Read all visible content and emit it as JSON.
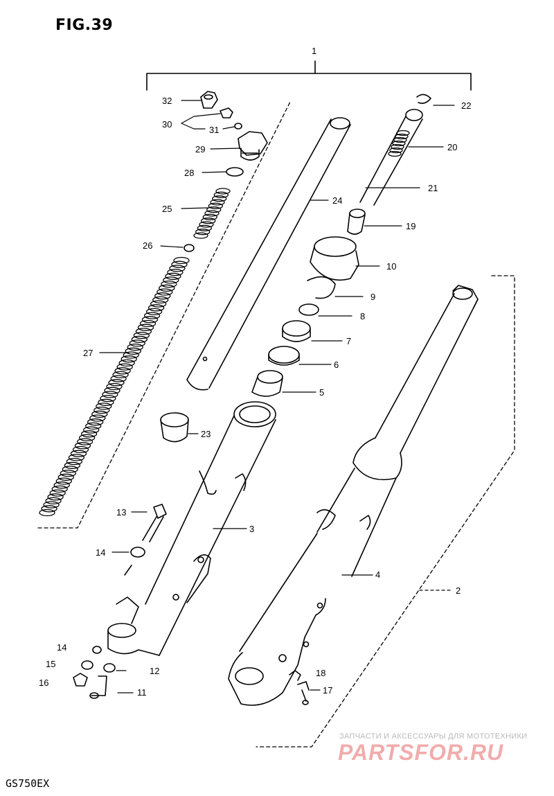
{
  "figure": {
    "title": "FIG.39",
    "model": "GS750EX"
  },
  "watermark": {
    "line": "ЗАПЧАСТИ И АКСЕССУАРЫ ДЛЯ МОТОТЕХНИКИ",
    "brand": "PARTSFOR.RU"
  },
  "callouts": {
    "c1": "1",
    "c2": "2",
    "c3": "3",
    "c4": "4",
    "c5": "5",
    "c6": "6",
    "c7": "7",
    "c8": "8",
    "c9": "9",
    "c10": "10",
    "c11": "11",
    "c12": "12",
    "c13": "13",
    "c14a": "14",
    "c14b": "14",
    "c15": "15",
    "c16": "16",
    "c17": "17",
    "c18": "18",
    "c19": "19",
    "c20": "20",
    "c21": "21",
    "c22": "22",
    "c23": "23",
    "c24": "24",
    "c25": "25",
    "c26": "26",
    "c27": "27",
    "c28": "28",
    "c29": "29",
    "c30": "30",
    "c31": "31",
    "c32": "32"
  }
}
